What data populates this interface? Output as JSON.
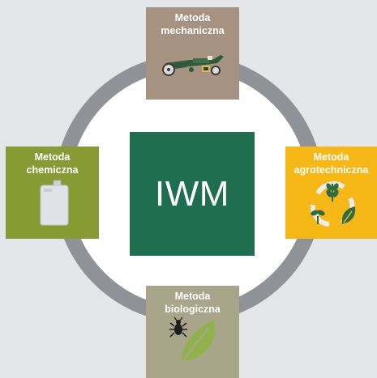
{
  "center": {
    "label": "IWM"
  },
  "methods": {
    "mechanical": {
      "line1": "Metoda",
      "line2": "mechaniczna"
    },
    "chemical": {
      "line1": "Metoda",
      "line2": "chemiczna"
    },
    "agrotechnical": {
      "line1": "Metoda",
      "line2": "agrotechniczna"
    },
    "biological": {
      "line1": "Metoda",
      "line2": "biologiczna"
    }
  },
  "icons": {
    "mechanical": "harrow-machine-icon",
    "chemical": "canister-icon",
    "agrotechnical": "crop-rotation-icon",
    "biological": "beetle-leaf-icon"
  },
  "colors": {
    "background": "#e4e6e9",
    "ring": "#8f9398",
    "center": "#1f6e4f",
    "mechanical": "#a59280",
    "chemical": "#879a33",
    "agrotechnical": "#f5b817",
    "biological": "#a8a58b"
  }
}
